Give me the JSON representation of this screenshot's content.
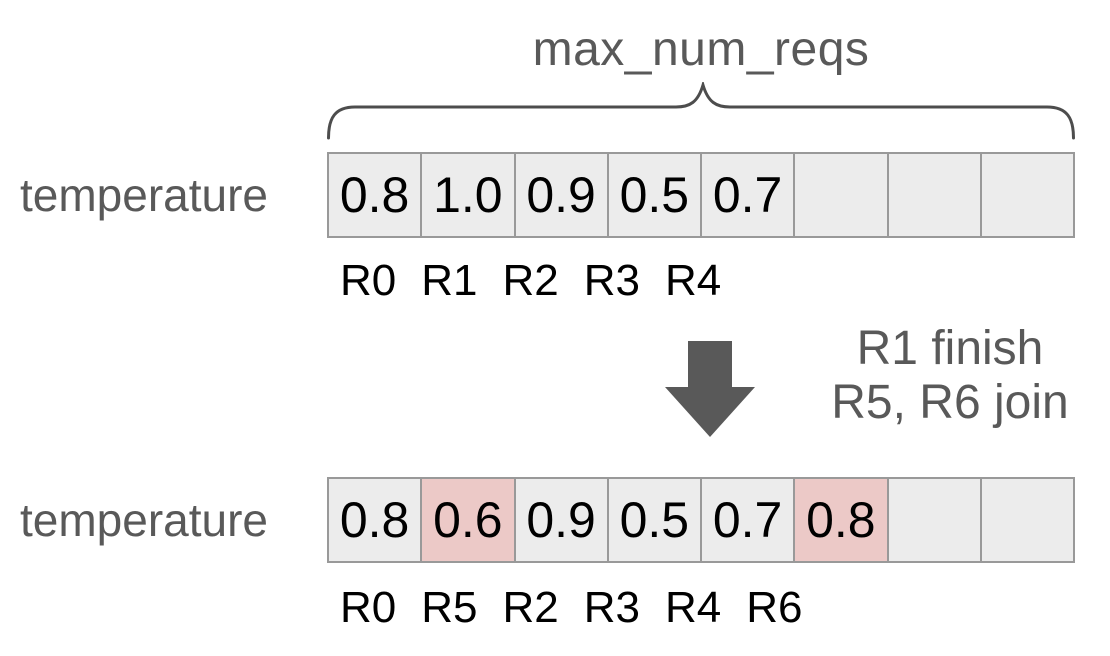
{
  "diagram": {
    "title": "max_num_reqs",
    "arrays": {
      "before": {
        "row_label": "temperature",
        "cells": [
          "0.8",
          "1.0",
          "0.9",
          "0.5",
          "0.7",
          "",
          "",
          ""
        ],
        "highlighted_indices": [],
        "request_labels": [
          "R0",
          "R1",
          "R2",
          "R3",
          "R4"
        ]
      },
      "after": {
        "row_label": "temperature",
        "cells": [
          "0.8",
          "0.6",
          "0.9",
          "0.5",
          "0.7",
          "0.8",
          "",
          ""
        ],
        "highlighted_indices": [
          1,
          5
        ],
        "request_labels": [
          "R0",
          "R5",
          "R2",
          "R3",
          "R4",
          "R6"
        ]
      }
    },
    "transition": {
      "line1": "R1 finish",
      "line2": "R5, R6 join",
      "arrow_icon": "block-arrow-down"
    },
    "colors": {
      "label_gray": "#595959",
      "cell_background": "#ececec",
      "cell_border": "#999999",
      "highlight_background": "#ecc9c7",
      "arrow_fill": "#595959",
      "brace_stroke": "#4d4d4d",
      "value_text": "#000000"
    }
  }
}
